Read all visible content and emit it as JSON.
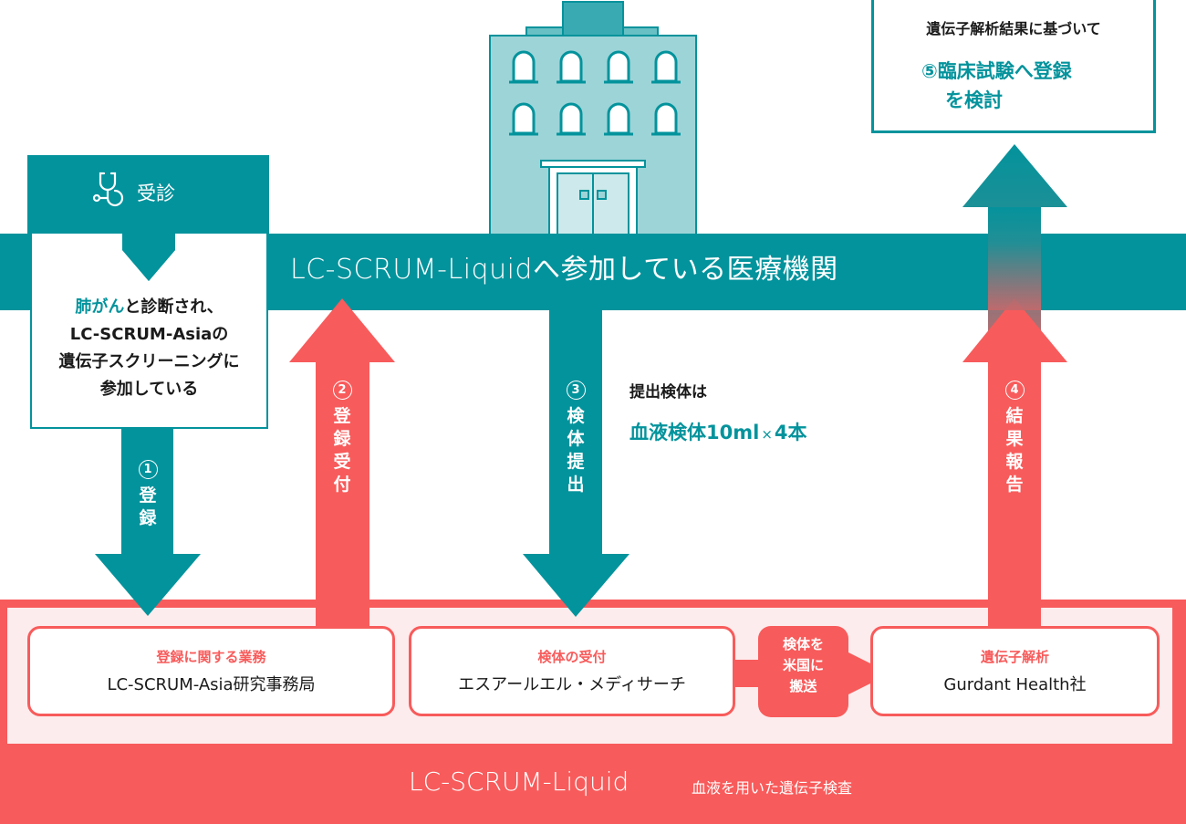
{
  "colors": {
    "teal": "#03939c",
    "coral": "#f85b5b",
    "light_pink": "#fdeced",
    "light_teal": "#9dd4d8"
  },
  "institution_band": {
    "label": "LC-SCRUM-Liquidへ参加している医療機関"
  },
  "visit": {
    "icon": "stethoscope-icon",
    "header": "受診",
    "lines": [
      {
        "highlight": "肺がん",
        "rest": "と診断され、"
      },
      {
        "text": "LC-SCRUM-Asiaの"
      },
      {
        "text": "遺伝子スクリーニングに"
      },
      {
        "text": "参加している"
      }
    ]
  },
  "building": {
    "icon": "hospital-building-icon"
  },
  "result_box": {
    "lead": "遺伝子解析結果に基づいて",
    "number": "⑤",
    "line1": "臨床試験へ登録",
    "line2": "を検討"
  },
  "steps": [
    {
      "number": "1",
      "label": [
        "登",
        "録"
      ],
      "direction": "down"
    },
    {
      "number": "2",
      "label": [
        "登",
        "録",
        "受",
        "付"
      ],
      "direction": "up"
    },
    {
      "number": "3",
      "label": [
        "検",
        "体",
        "提",
        "出"
      ],
      "direction": "down"
    },
    {
      "number": "4",
      "label": [
        "結",
        "果",
        "報",
        "告"
      ],
      "direction": "up"
    }
  ],
  "specimen_note": {
    "lead": "提出検体は",
    "main": "血液検体10ml",
    "times": "×",
    "count": "4本"
  },
  "cards": [
    {
      "title": "登録に関する業務",
      "org": "LC-SCRUM-Asia研究事務局"
    },
    {
      "title": "検体の受付",
      "org": "エスアールエル・メディサーチ"
    },
    {
      "title": "遺伝子解析",
      "org": "Gurdant Health社"
    }
  ],
  "shipping": {
    "lines": [
      "検体を",
      "米国に",
      "搬送"
    ]
  },
  "program_band": {
    "name": "LC-SCRUM-Liquid",
    "desc": "血液を用いた遺伝子検査"
  }
}
